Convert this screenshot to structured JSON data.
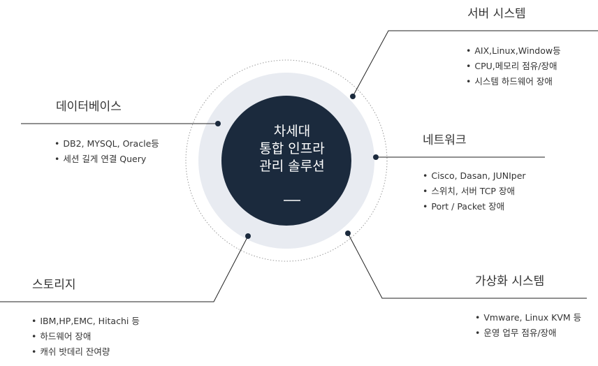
{
  "center": {
    "lines": [
      "차세대",
      "통합 인프라",
      "관리 솔루션"
    ],
    "dash": "—"
  },
  "colors": {
    "center_fill": "#1b2a3d",
    "ring_fill": "#e8ebf1",
    "line": "#222222",
    "dotted": "#9a9a9a"
  },
  "sections": {
    "server": {
      "title": "서버 시스템",
      "items": [
        "AIX,Linux,Window등",
        "CPU,메모리 점유/장애",
        "시스템 하드웨어 장애"
      ]
    },
    "database": {
      "title": "데이터베이스",
      "items": [
        "DB2, MYSQL, Oracle등",
        "세션 길게 연결  Query"
      ]
    },
    "network": {
      "title": "네트워크",
      "items": [
        "Cisco, Dasan, JUNIper",
        "스위치, 서버 TCP 장애",
        "Port / Packet 장애"
      ]
    },
    "storage": {
      "title": "스토리지",
      "items": [
        "IBM,HP,EMC, Hitachi 등",
        "하드웨어 장애",
        "캐쉬 밧데리 잔여량"
      ]
    },
    "virtual": {
      "title": "가상화 시스템",
      "items": [
        "Vmware, Linux KVM 등",
        "운영 업무 점유/장애"
      ]
    }
  }
}
